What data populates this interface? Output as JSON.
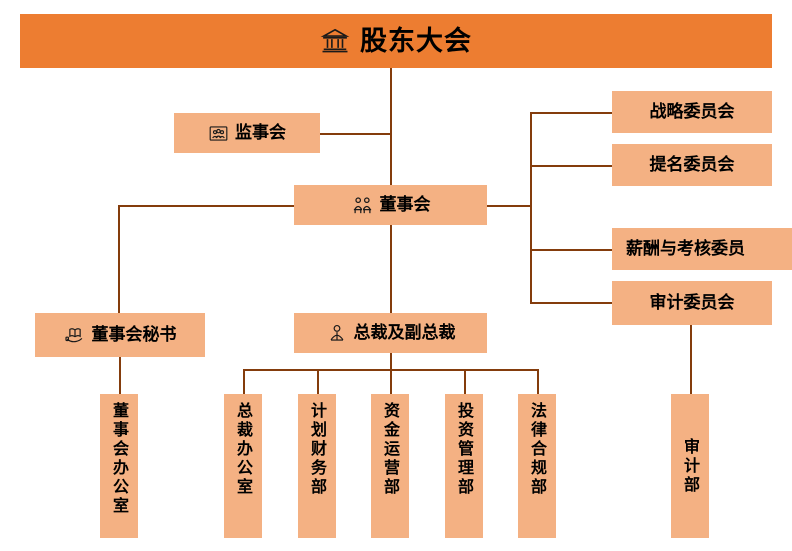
{
  "diagram": {
    "title_node": {
      "label": "股东大会",
      "icon": "bank-building-icon"
    },
    "tier2": [
      {
        "key": "supervisors",
        "label": "监事会",
        "icon": "group-people-framed-icon"
      },
      {
        "key": "board",
        "label": "董事会",
        "icon": "two-people-seated-icon"
      }
    ],
    "committees": [
      {
        "key": "strategy",
        "label": "战略委员会"
      },
      {
        "key": "nomination",
        "label": "提名委员会"
      },
      {
        "key": "remuneration",
        "label": "薪酬与考核委员"
      },
      {
        "key": "audit",
        "label": "审计委员会"
      }
    ],
    "tier3": [
      {
        "key": "board-secretary",
        "label": "董事会秘书",
        "icon": "book-hand-icon"
      },
      {
        "key": "president",
        "label": "总裁及副总裁",
        "icon": "person-presenter-icon"
      }
    ],
    "departments": [
      {
        "key": "board-office",
        "label": "董事会办公室"
      },
      {
        "key": "president-office",
        "label": "总裁办公室"
      },
      {
        "key": "planning-finance",
        "label": "计划财务部"
      },
      {
        "key": "fund-operations",
        "label": "资金运营部"
      },
      {
        "key": "investment-management",
        "label": "投资管理部"
      },
      {
        "key": "legal-compliance",
        "label": "法律合规部"
      },
      {
        "key": "audit-department",
        "label": "审计部"
      }
    ],
    "colors": {
      "header_fill": "#ED7D31",
      "node_fill": "#F4B183",
      "connector": "#843C0C",
      "text": "#000000",
      "background": "#FFFFFF"
    }
  }
}
